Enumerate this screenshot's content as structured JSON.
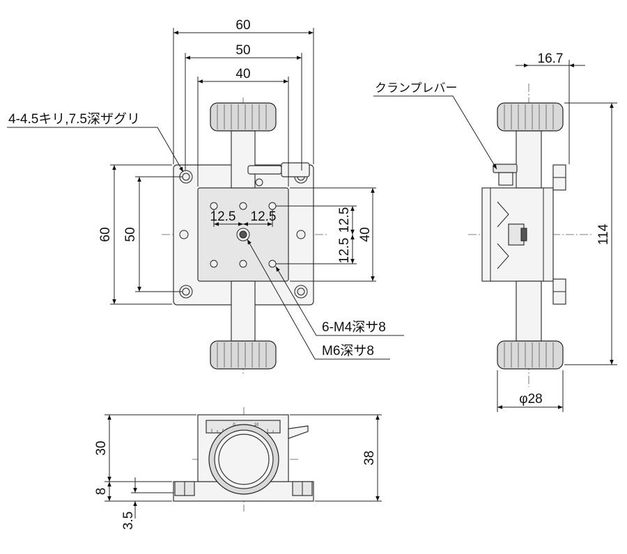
{
  "top_view": {
    "width_60": "60",
    "width_50": "50",
    "width_40": "40",
    "height_60": "60",
    "height_50": "50",
    "height_40": "40",
    "pitch_left": "12.5",
    "pitch_right": "12.5",
    "pitch_upper": "12.5",
    "pitch_lower": "12.5",
    "mount_hole_note": "4-4.5キリ,7.5深ザグリ",
    "tapped_hole_note": "6-M4深サ8",
    "center_hole_note": "M6深サ8"
  },
  "side_view": {
    "clamp_lever_label": "クランプレバー",
    "offset": "16.7",
    "height_total": "114",
    "knob_diameter": "φ28"
  },
  "front_view": {
    "height_30": "30",
    "height_38": "38",
    "base_8": "8",
    "base_3_5": "3.5",
    "scale_0": "0",
    "scale_10": "10"
  }
}
